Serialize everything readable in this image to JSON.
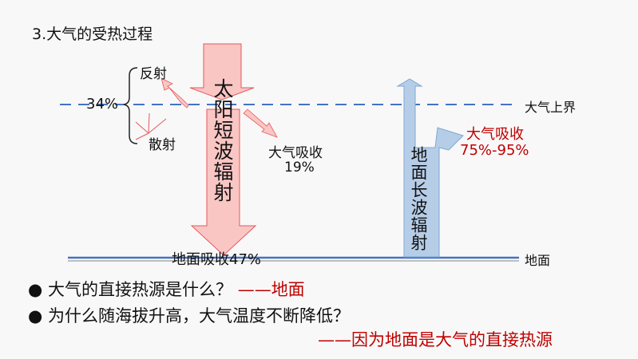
{
  "title": "3.大气的受热过程",
  "diagram": {
    "reflect": "反射",
    "scatter": "散射",
    "percent_34": "34%",
    "solar": "太阳短波辐射",
    "atmos_abs": "大气吸收",
    "atmos_abs_pct": "19%",
    "ground_abs": "地面吸收47%",
    "ground_long": "地面长波辐射",
    "atmos_abs2": "大气吸收",
    "atmos_abs2_pct": "75%-95%",
    "top_atmos": "大气上界",
    "ground": "地面"
  },
  "bullets": [
    {
      "q": "大气的直接热源是什么？",
      "a": "——地面"
    },
    {
      "q": "为什么随海拔升高，大气温度不断降低？",
      "a": "——因为地面是大气的直接热源"
    }
  ],
  "colors": {
    "red": "#c00000",
    "solar_fill": "#f9c6c4",
    "solar_stroke": "#e8575a",
    "blue_fill": "#b6cde8",
    "blue_stroke": "#7ea6d4",
    "line": "#4472c4"
  }
}
